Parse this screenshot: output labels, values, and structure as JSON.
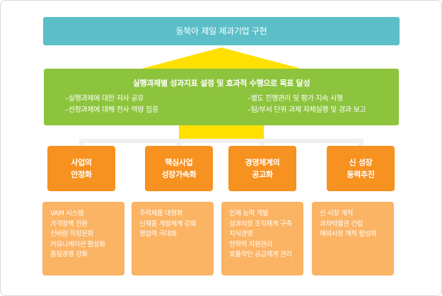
{
  "goal": {
    "label": "동북아 제일 제과기업 구현"
  },
  "strategy": {
    "title": "실행과제별 성과지표 설정 및 효과적 수행으로 목표 달성",
    "left_items": [
      "실행과제에 대한 저사 공유",
      "선정과제에 대해 전사 역량 집중"
    ],
    "right_items": [
      "별도 진행관리 및 평가 지속 시행",
      "팀/부서 단위 과제 자체실행 및 경과 보고"
    ]
  },
  "pillars": [
    {
      "label": "사업의\n안정화",
      "items": [
        "VAM 시스템",
        "가격정책 전환",
        "신바람 직장문화",
        "커뮤니케이션 활성화",
        "품질경영 강화"
      ]
    },
    {
      "label": "핵심사업\n성장가속화",
      "items": [
        "주력제품 대형화",
        "신제품 개발체계 강화",
        "영업력 극대화"
      ]
    },
    {
      "label": "경영체계의\n공고화",
      "items": [
        "인재 능력 개발",
        "성과지향 조직체계 구축",
        "지식경영",
        "전략적 자원관리",
        "효율적인 공급체계 관리"
      ]
    },
    {
      "label": "신 성장\n동력추진",
      "items": [
        "신 시장 개척",
        "과자박물관 건립",
        "해외시장 개척 활성화"
      ]
    }
  ],
  "colors": {
    "goal": "#5cbfc7",
    "strategy": "#8dc43d",
    "arrow": "#ffe000",
    "pillar": "#f7911f",
    "detail": "#fbb364"
  }
}
